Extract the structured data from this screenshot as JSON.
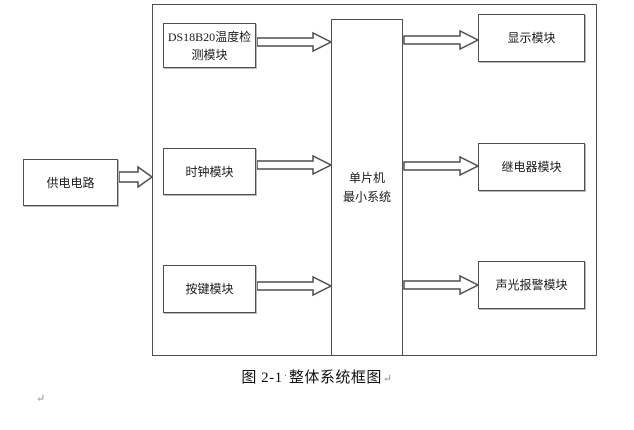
{
  "figure": {
    "caption": {
      "figure_label": "图 2-1",
      "space_mark": "·",
      "title": "整体系统框图",
      "paragraph_mark": "↵"
    },
    "stray_paragraph_mark": "↵"
  },
  "diagram": {
    "power_box": {
      "label": "供电电路"
    },
    "mcu_box": {
      "label": "单片机\n最小系统"
    },
    "left_modules": [
      {
        "id": "ds18b20",
        "label": "DS18B20温度检\n测模块"
      },
      {
        "id": "clock",
        "label": "时钟模块"
      },
      {
        "id": "keys",
        "label": "按键模块"
      }
    ],
    "right_modules": [
      {
        "id": "display",
        "label": "显示模块"
      },
      {
        "id": "relay",
        "label": "继电器模块"
      },
      {
        "id": "alarm",
        "label": "声光报警模块"
      }
    ],
    "connections": [
      {
        "from": "ds18b20",
        "to": "mcu"
      },
      {
        "from": "clock",
        "to": "mcu"
      },
      {
        "from": "keys",
        "to": "mcu"
      },
      {
        "from": "mcu",
        "to": "display"
      },
      {
        "from": "mcu",
        "to": "relay"
      },
      {
        "from": "mcu",
        "to": "alarm"
      },
      {
        "from": "power",
        "to": "system-boundary"
      }
    ],
    "colors": {
      "line": "#4f4f4f",
      "text": "#1a1a1a",
      "background": "#ffffff"
    }
  }
}
